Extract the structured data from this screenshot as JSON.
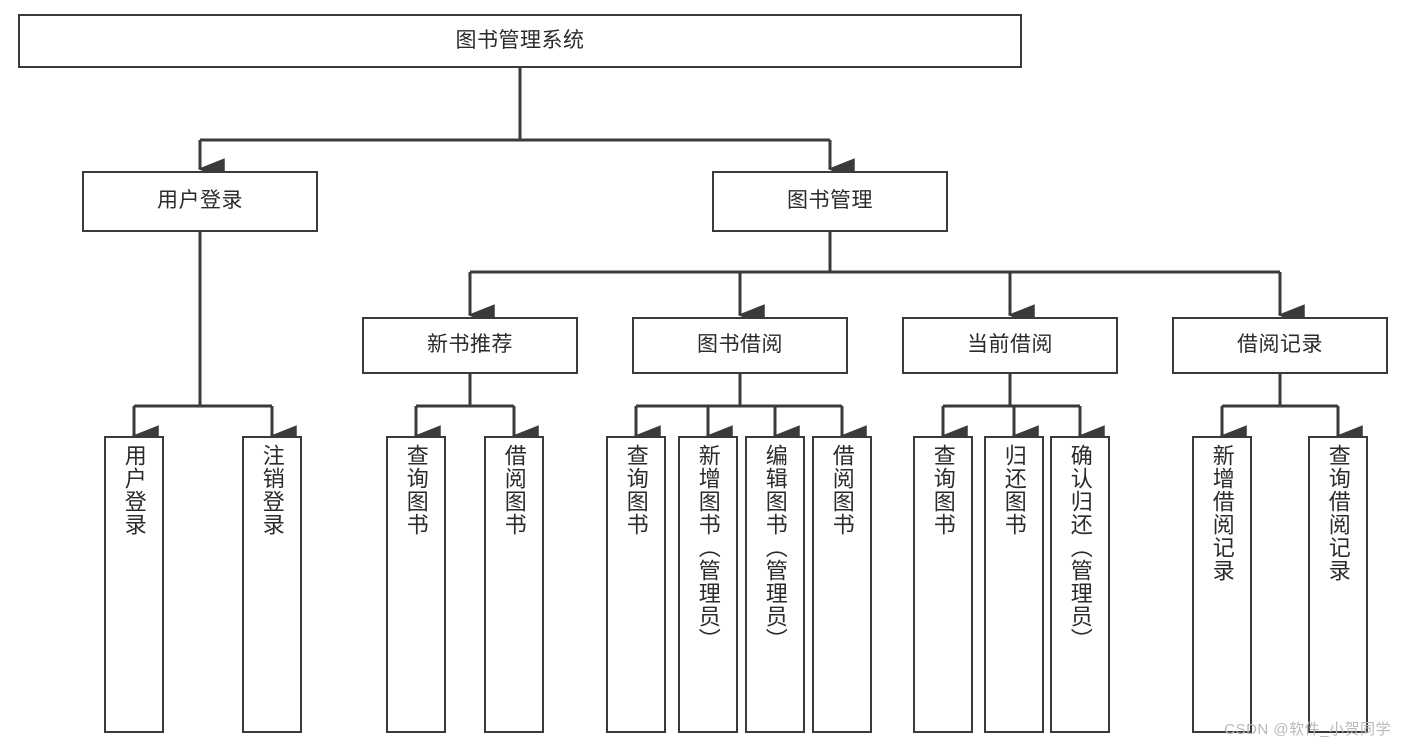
{
  "diagram": {
    "title": "图书管理系统",
    "watermark": "CSDN @软件_小贺同学",
    "colors": {
      "background": "#ffffff",
      "box_border": "#3a3a3a",
      "box_fill": "#ffffff",
      "connector": "#3a3a3a",
      "text": "#2b2b2b",
      "watermark": "#b9b9b9"
    },
    "root": {
      "label": "图书管理系统"
    },
    "level2": [
      {
        "label": "用户登录"
      },
      {
        "label": "图书管理"
      }
    ],
    "level3": [
      {
        "label": "新书推荐"
      },
      {
        "label": "图书借阅"
      },
      {
        "label": "当前借阅"
      },
      {
        "label": "借阅记录"
      }
    ],
    "leaves": {
      "user_login": [
        {
          "label": "用户登录"
        },
        {
          "label": "注销登录"
        }
      ],
      "new_book_recommend": [
        {
          "label": "查询图书"
        },
        {
          "label": "借阅图书"
        }
      ],
      "book_borrow": [
        {
          "label": "查询图书"
        },
        {
          "label": "新增图书（管理员）"
        },
        {
          "label": "编辑图书（管理员）"
        },
        {
          "label": "借阅图书"
        }
      ],
      "current_borrow": [
        {
          "label": "查询图书"
        },
        {
          "label": "归还图书"
        },
        {
          "label": "确认归还（管理员）"
        }
      ],
      "borrow_record": [
        {
          "label": "新增借阅记录"
        },
        {
          "label": "查询借阅记录"
        }
      ]
    }
  }
}
